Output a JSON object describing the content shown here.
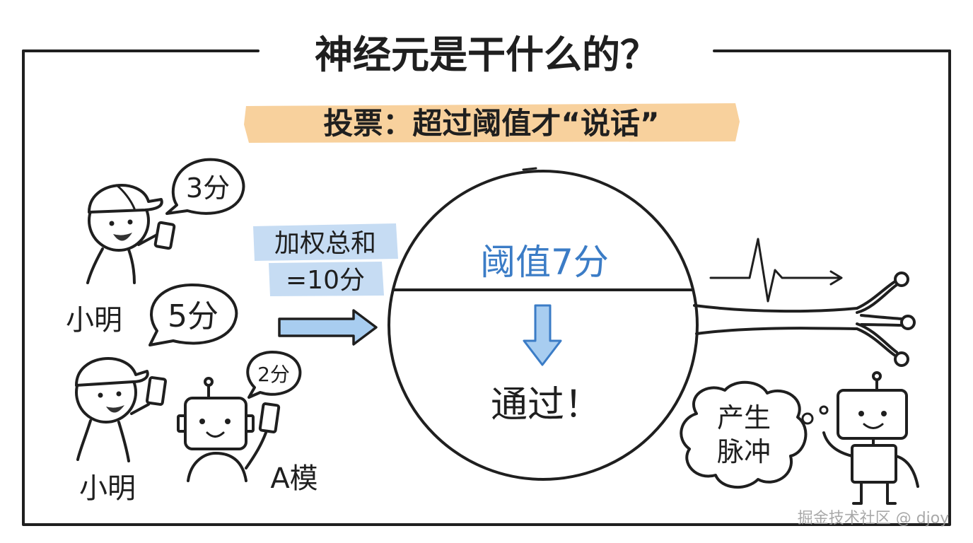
{
  "title": "神经元是干什么的？",
  "subtitle": "投票：超过阈值才“说话”",
  "voters": [
    {
      "name": "小明",
      "vote": "3分"
    },
    {
      "name": "小明",
      "vote": "5分"
    },
    {
      "name": "A模",
      "vote": "2分"
    }
  ],
  "weighted_sum": {
    "line1": "加权总和",
    "line2": "=10分"
  },
  "neuron": {
    "threshold": "阈值7分",
    "result": "通过！"
  },
  "output": {
    "bubble_line1": "产生",
    "bubble_line2": "脉冲"
  },
  "watermark": "掘金技术社区 @ djoy",
  "colors": {
    "ink": "#1f1f1f",
    "highlight_orange": "#f7c98c",
    "highlight_blue": "#c6dcf3",
    "arrow_blue": "#a8cdf0",
    "text_blue": "#3b7cc6"
  }
}
